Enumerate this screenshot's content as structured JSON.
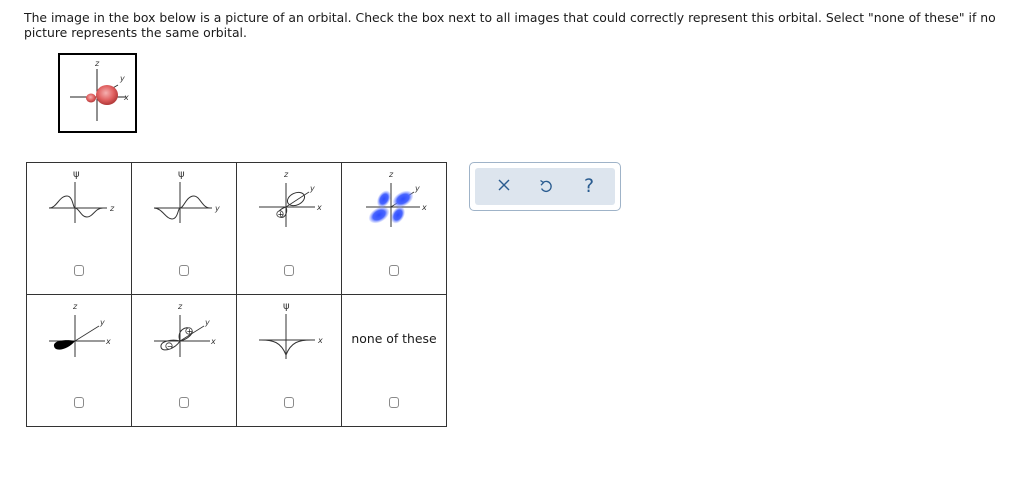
{
  "prompt": "The image in the box below is a picture of an orbital. Check the box next to all images that could correctly represent this orbital. Select \"none of these\" if no picture represents the same orbital.",
  "axis_labels": {
    "psi": "ψ",
    "x": "x",
    "y": "y",
    "z": "z"
  },
  "phase_signs": {
    "plus": "+",
    "minus": "−"
  },
  "options": [
    {
      "id": "wavefunction-z",
      "checked": false
    },
    {
      "id": "wavefunction-y",
      "checked": false
    },
    {
      "id": "lobe-plus",
      "checked": false
    },
    {
      "id": "blue-cloverleaf",
      "checked": false
    },
    {
      "id": "black-lobe",
      "checked": false
    },
    {
      "id": "double-lobe-plus-minus",
      "checked": false
    },
    {
      "id": "wavefunction-x-dip",
      "checked": false
    },
    {
      "id": "none-of-these",
      "checked": false,
      "label": "none of these"
    }
  ],
  "toolbar": {
    "clear_icon": "close-icon",
    "undo_icon": "undo-icon",
    "help_label": "?"
  },
  "colors": {
    "accent": "#2a5c90",
    "orbital_red": "#d9534f",
    "orbital_blue": "#2e4cff"
  }
}
